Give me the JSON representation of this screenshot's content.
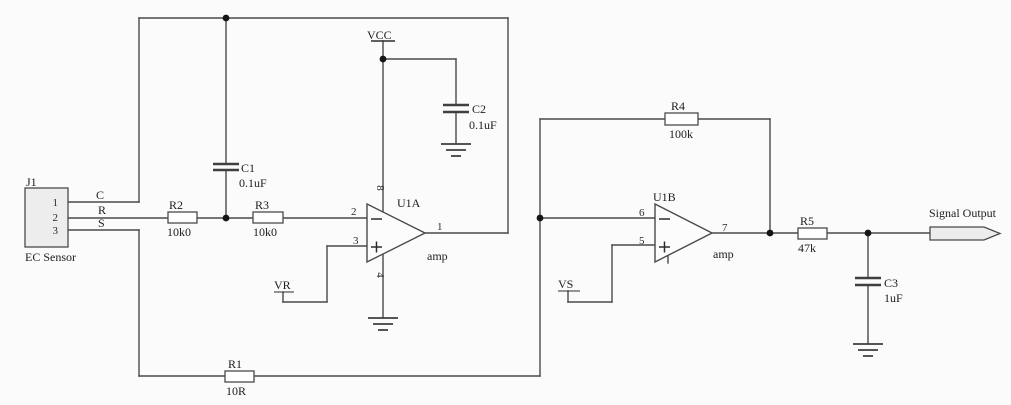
{
  "schematic": {
    "connector": {
      "ref": "J1",
      "label": "EC Sensor",
      "pins": [
        "1",
        "2",
        "3"
      ],
      "net_labels": [
        "C",
        "R",
        "S"
      ]
    },
    "resistors": [
      {
        "ref": "R1",
        "value": "10R"
      },
      {
        "ref": "R2",
        "value": "10k0"
      },
      {
        "ref": "R3",
        "value": "10k0"
      },
      {
        "ref": "R4",
        "value": "100k"
      },
      {
        "ref": "R5",
        "value": "47k"
      }
    ],
    "capacitors": [
      {
        "ref": "C1",
        "value": "0.1uF"
      },
      {
        "ref": "C2",
        "value": "0.1uF"
      },
      {
        "ref": "C3",
        "value": "1uF"
      }
    ],
    "opamps": [
      {
        "ref": "U1A",
        "part_label": "amp",
        "pin_inverting": "2",
        "pin_noninverting": "3",
        "pin_output": "1",
        "pin_power_positive": "8",
        "pin_power_negative": "4"
      },
      {
        "ref": "U1B",
        "part_label": "amp",
        "pin_inverting": "6",
        "pin_noninverting": "5",
        "pin_output": "7"
      }
    ],
    "power_nets": {
      "vcc": "VCC"
    },
    "reference_nets": {
      "vr": "VR",
      "vs": "VS"
    },
    "output_port_label": "Signal Output",
    "colors": {
      "wire": "#4a4a4a",
      "component_fill": "#ededed",
      "background": "#fbfbfb"
    }
  }
}
